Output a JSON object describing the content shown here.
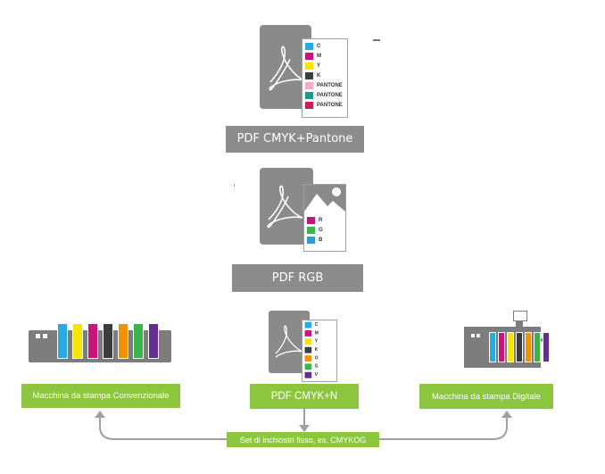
{
  "top_doc": {
    "label": "PDF CMYK+Pantone",
    "swatches": [
      {
        "name": "C",
        "color": "#29abe2"
      },
      {
        "name": "M",
        "color": "#c8157c"
      },
      {
        "name": "Y",
        "color": "#f5e500"
      },
      {
        "name": "K",
        "color": "#3c3c3c"
      },
      {
        "name": "PANTONE",
        "color": "#f7a8c8"
      },
      {
        "name": "PANTONE",
        "color": "#1a9b8c"
      },
      {
        "name": "PANTONE",
        "color": "#c8215a"
      }
    ]
  },
  "rgb_doc": {
    "label": "PDF RGB",
    "swatches": [
      {
        "name": "R",
        "color": "#c8157c"
      },
      {
        "name": "G",
        "color": "#39b54a"
      },
      {
        "name": "B",
        "color": "#2f9ad8"
      }
    ]
  },
  "ncolor_doc": {
    "label": "PDF CMYK+N",
    "swatches": [
      {
        "name": "C",
        "color": "#29abe2"
      },
      {
        "name": "M",
        "color": "#c8157c"
      },
      {
        "name": "Y",
        "color": "#f5e500"
      },
      {
        "name": "K",
        "color": "#3c3c3c"
      },
      {
        "name": "O",
        "color": "#f39200"
      },
      {
        "name": "G",
        "color": "#39b54a"
      },
      {
        "name": "V",
        "color": "#662d91"
      }
    ]
  },
  "conventional_press": {
    "label": "Macchina da stampa Convenzionale",
    "ink_colors": [
      "#29abe2",
      "#f5e500",
      "#c8157c",
      "#3c3c3c",
      "#f39200",
      "#39b54a",
      "#662d91"
    ]
  },
  "digital_press": {
    "label": "Macchina da stampa Digitale",
    "ink_colors": [
      "#29abe2",
      "#c8157c",
      "#f5e500",
      "#3c3c3c",
      "#f39200",
      "#39b54a",
      "#662d91"
    ]
  },
  "ink_set": {
    "label": "Set di inchiostri fisso, es. CMYKOG"
  },
  "colors": {
    "label_grey": "#8c8c8c",
    "label_green": "#8cc63f",
    "arrow_grey": "#a0a0a0"
  }
}
